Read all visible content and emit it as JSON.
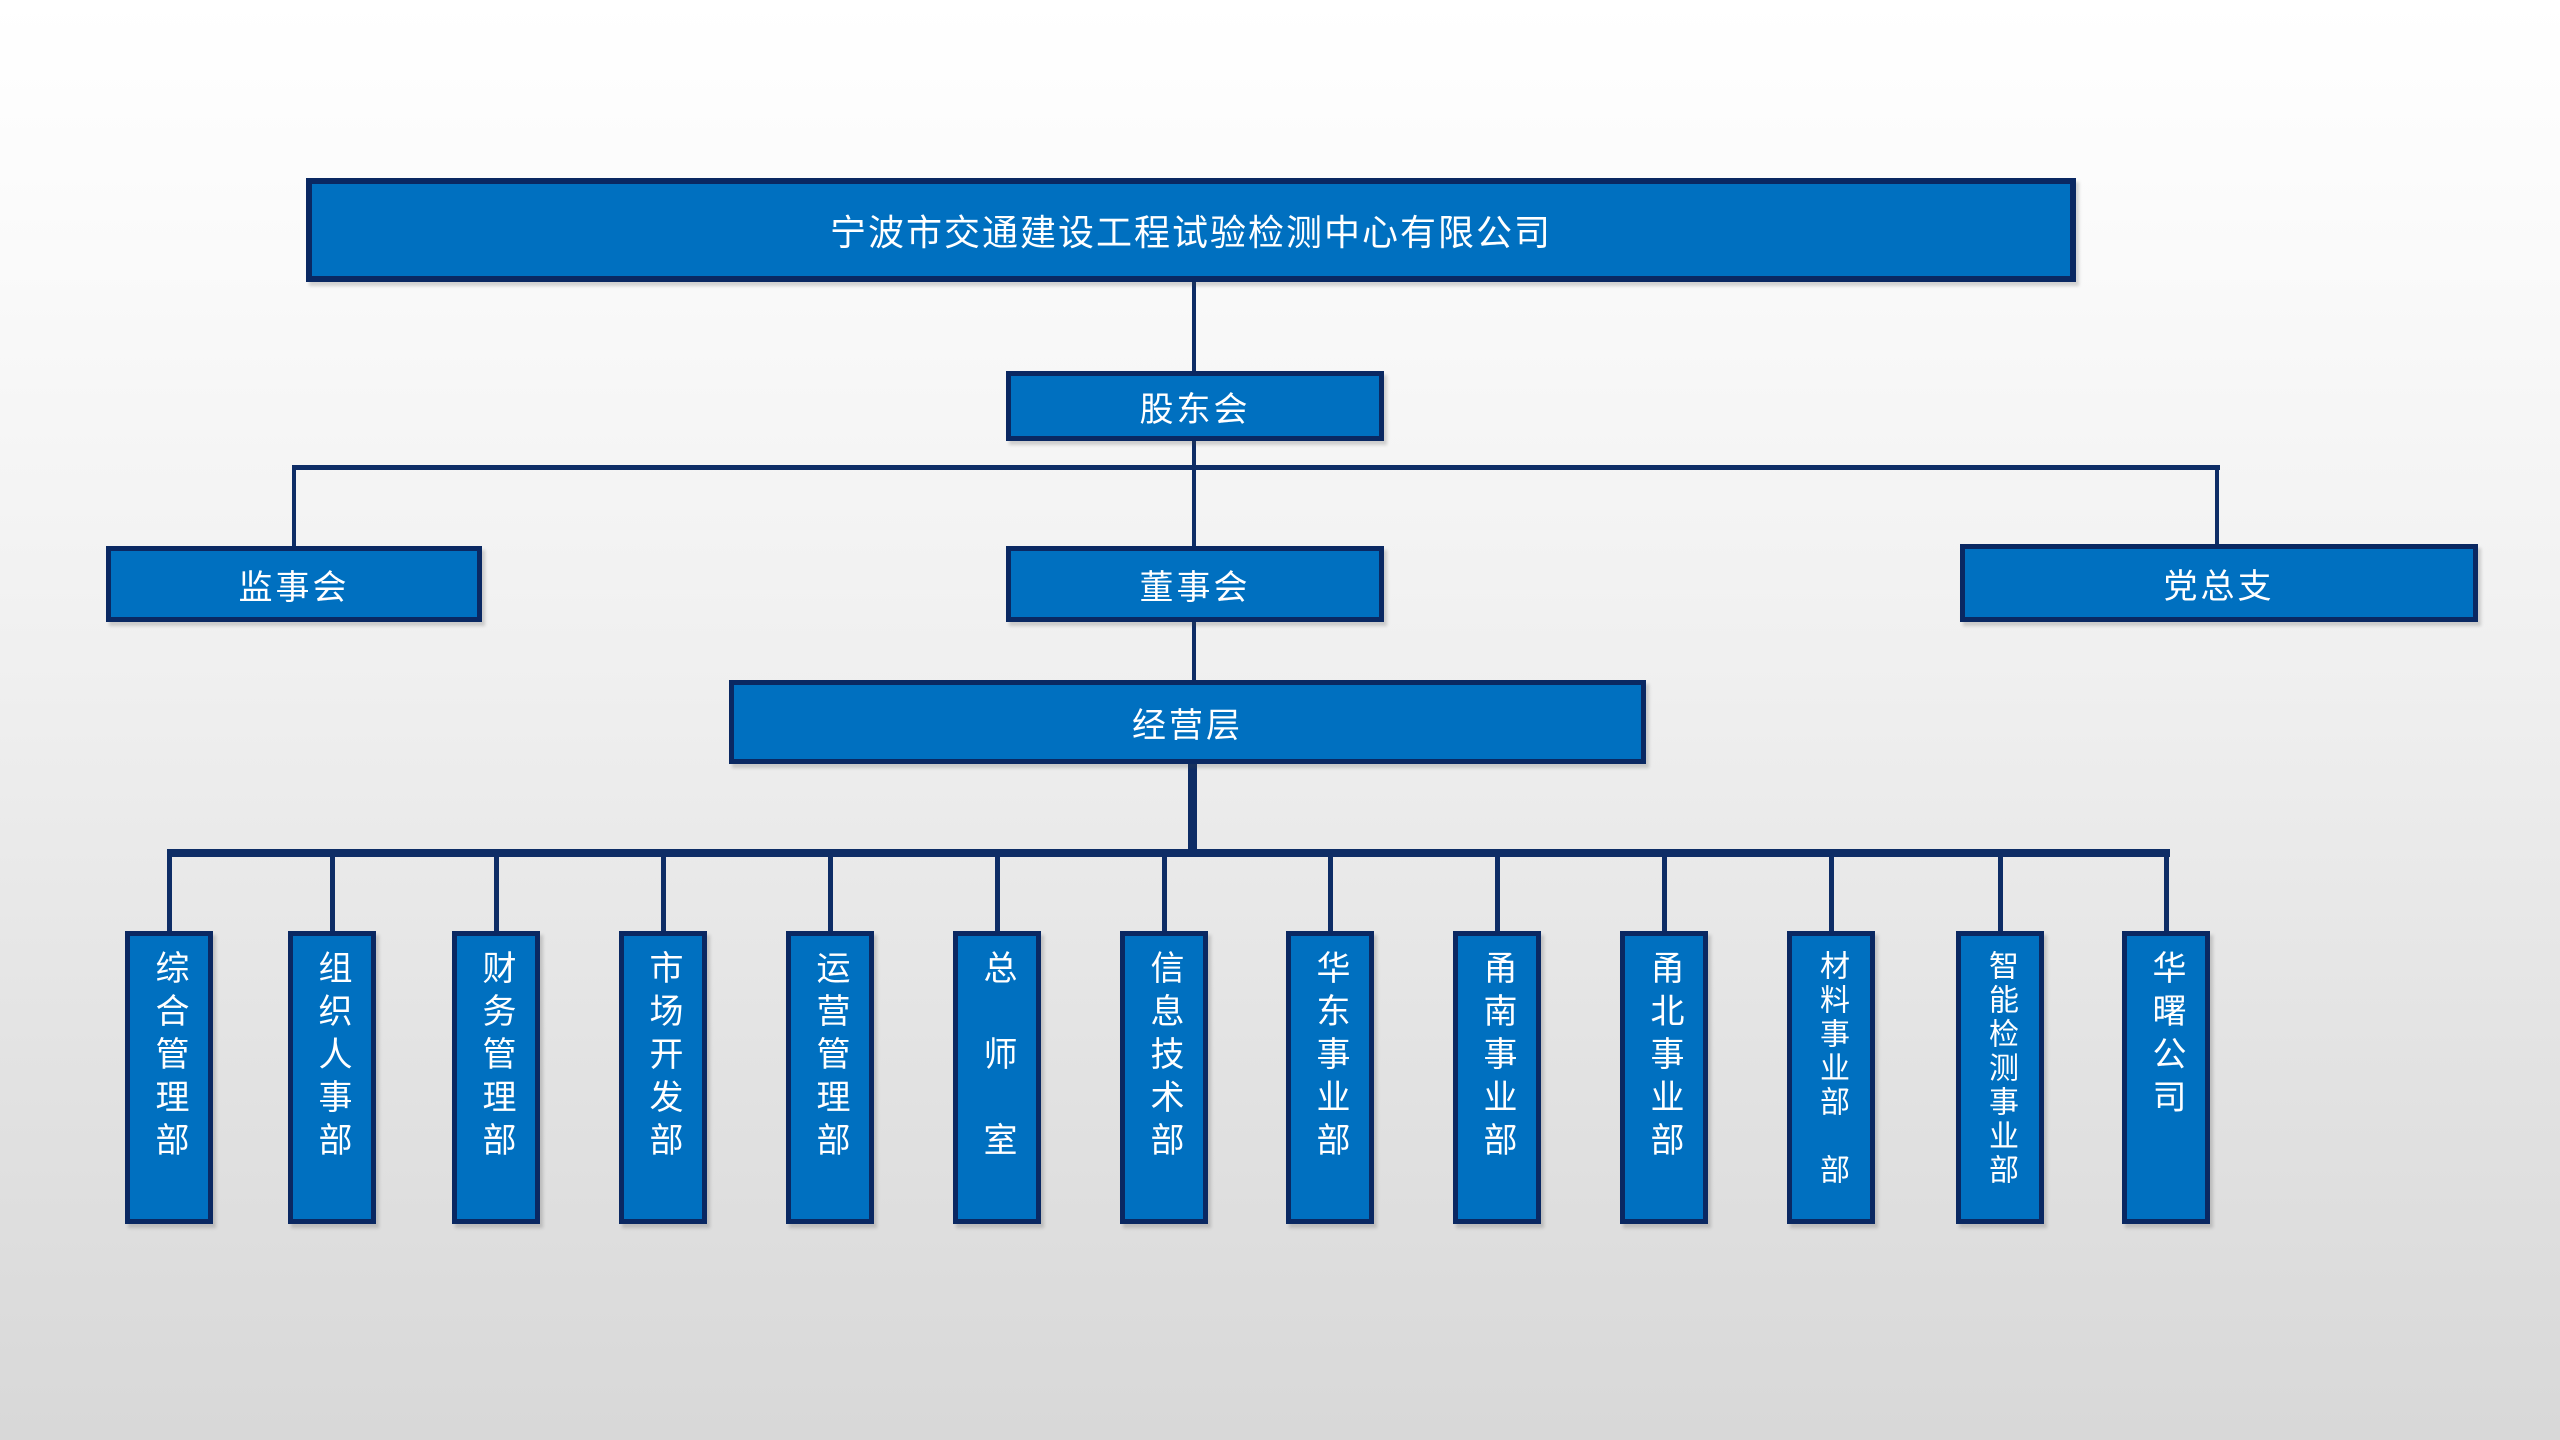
{
  "title": "宁波市交通建设工程试验检测中心有限公司",
  "chart_type": "organization-chart",
  "colors": {
    "box_fill": "#0070c0",
    "box_border": "#0a2862",
    "connector": "#0e2d66",
    "text": "#ffffff",
    "background_top": "#ffffff",
    "background_bottom": "#d8d8d8"
  },
  "org": {
    "root": {
      "label": "宁波市交通建设工程试验检测中心有限公司"
    },
    "level2": {
      "label": "股东会"
    },
    "level3": [
      {
        "label": "监事会"
      },
      {
        "label": "董事会"
      },
      {
        "label": "党总支"
      }
    ],
    "level4": {
      "label": "经营层"
    },
    "departments": [
      {
        "label": "综合管理部"
      },
      {
        "label": "组织人事部"
      },
      {
        "label": "财务管理部"
      },
      {
        "label": "市场开发部"
      },
      {
        "label": "运营管理部"
      },
      {
        "label": "总　师　室"
      },
      {
        "label": "信息技术部"
      },
      {
        "label": "华东事业部"
      },
      {
        "label": "甬南事业部"
      },
      {
        "label": "甬北事业部"
      },
      {
        "label": "材料事业部　部"
      },
      {
        "label": "智能检测事业部"
      },
      {
        "label": "华曙公司"
      }
    ]
  }
}
